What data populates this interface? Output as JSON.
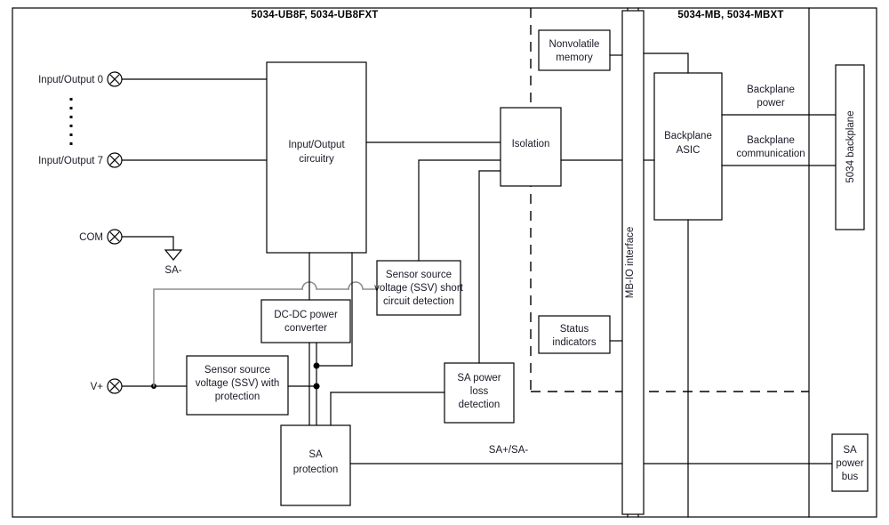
{
  "diagram": {
    "title_left": "5034-UB8F, 5034-UB8FXT",
    "title_right": "5034-MB, 5034-MBXT",
    "colors": {
      "line": "#000000",
      "signal_gray": "#8d8d8d",
      "text": "#1a1a28",
      "background": "#ffffff"
    },
    "terminals": [
      {
        "id": "io0",
        "label": "Input/Output 0",
        "icon": "screw-terminal-icon"
      },
      {
        "id": "io7",
        "label": "Input/Output 7",
        "icon": "screw-terminal-icon"
      },
      {
        "id": "com",
        "label": "COM",
        "icon": "screw-terminal-icon"
      },
      {
        "id": "vplus",
        "label": "V+",
        "icon": "screw-terminal-icon"
      }
    ],
    "ground_label": "SA-",
    "blocks": [
      {
        "id": "io-circuitry",
        "lines": [
          "Input/Output",
          "circuitry"
        ]
      },
      {
        "id": "ssv-short",
        "lines": [
          "Sensor source",
          "voltage (SSV) short",
          "circuit detection"
        ]
      },
      {
        "id": "dcdc",
        "lines": [
          "DC-DC power",
          "converter"
        ]
      },
      {
        "id": "ssv-protection",
        "lines": [
          "Sensor source",
          "voltage (SSV) with",
          "protection"
        ]
      },
      {
        "id": "sa-protection",
        "lines": [
          "SA",
          "protection"
        ]
      },
      {
        "id": "sa-power-loss",
        "lines": [
          "SA power",
          "loss",
          "detection"
        ]
      },
      {
        "id": "isolation",
        "lines": [
          "Isolation"
        ]
      },
      {
        "id": "nonvolatile-memory",
        "lines": [
          "Nonvolatile",
          "memory"
        ]
      },
      {
        "id": "status-indicators",
        "lines": [
          "Status",
          "indicators"
        ]
      },
      {
        "id": "mb-io-interface",
        "lines": [
          "MB-IO interface"
        ]
      },
      {
        "id": "backplane-asic",
        "lines": [
          "Backplane",
          "ASIC"
        ]
      },
      {
        "id": "backplane",
        "lines": [
          "5034 backplane"
        ]
      },
      {
        "id": "sa-power-bus",
        "lines": [
          "SA",
          "power",
          "bus"
        ]
      }
    ],
    "wire_labels": [
      {
        "id": "backplane-power",
        "lines": [
          "Backplane",
          "power"
        ]
      },
      {
        "id": "backplane-communication",
        "lines": [
          "Backplane",
          "communication"
        ]
      },
      {
        "id": "sa-pair",
        "lines": [
          "SA+/SA-"
        ]
      }
    ]
  }
}
